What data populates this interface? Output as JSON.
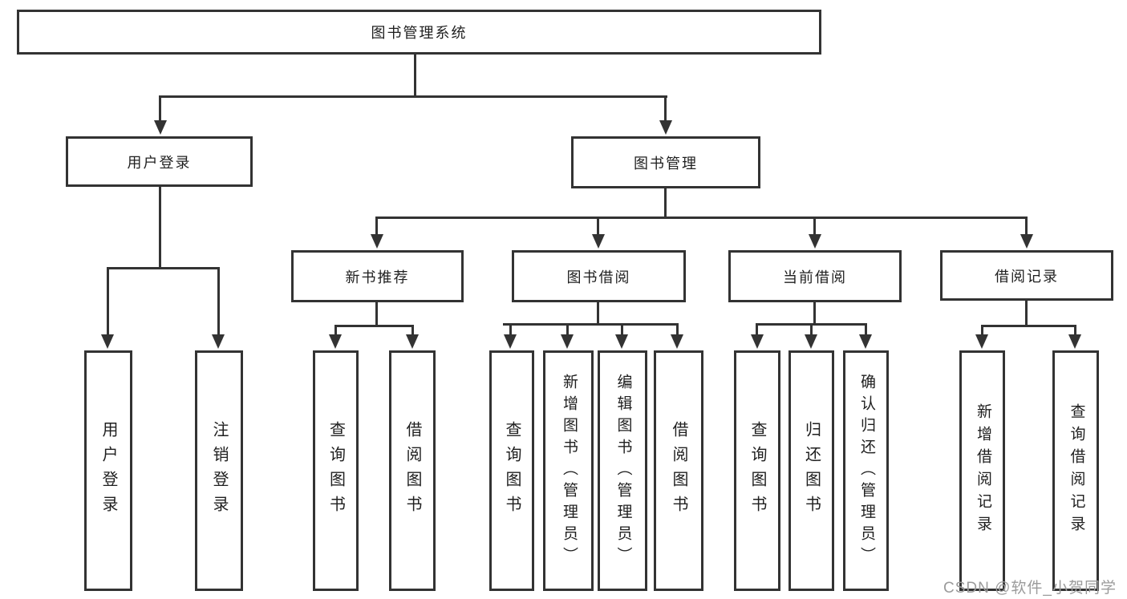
{
  "diagram": {
    "title": "图书管理系统",
    "watermark": "CSDN @软件_小贺同学",
    "colors": {
      "line": "#333333",
      "text": "#1f1f1f",
      "background": "#ffffff",
      "watermark": "#9b9b9b"
    },
    "tree": {
      "root": "图书管理系统",
      "children": [
        {
          "label": "用户登录",
          "children": [
            "用户登录",
            "注销登录"
          ]
        },
        {
          "label": "图书管理",
          "children": [
            {
              "label": "新书推荐",
              "children": [
                "查询图书",
                "借阅图书"
              ]
            },
            {
              "label": "图书借阅",
              "children": [
                "查询图书",
                "新增图书（管理员）",
                "编辑图书（管理员）",
                "借阅图书"
              ]
            },
            {
              "label": "当前借阅",
              "children": [
                "查询图书",
                "归还图书",
                "确认归还（管理员）"
              ]
            },
            {
              "label": "借阅记录",
              "children": [
                "新增借阅记录",
                "查询借阅记录"
              ]
            }
          ]
        }
      ]
    }
  }
}
